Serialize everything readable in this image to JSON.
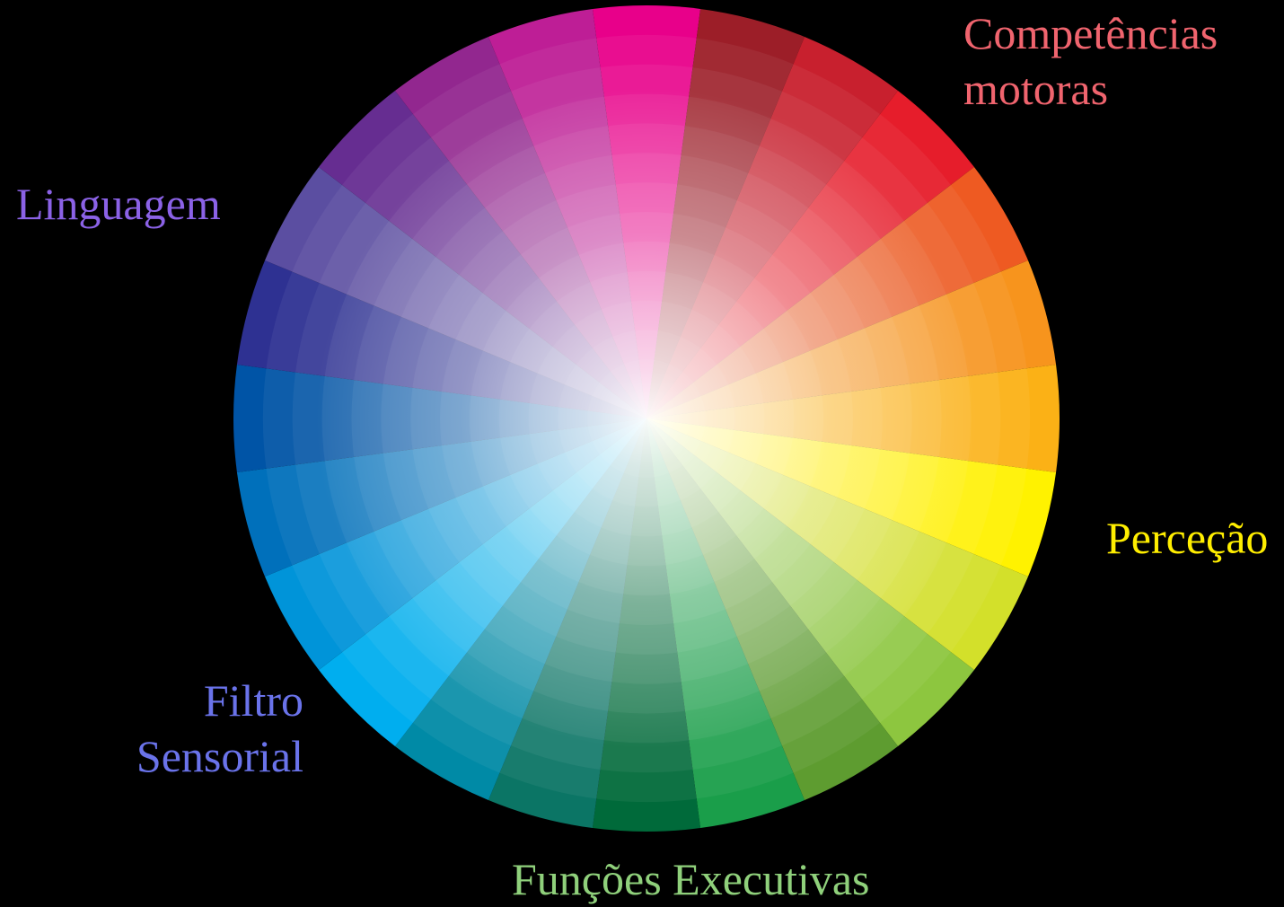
{
  "labels": {
    "motor_skills": {
      "line1": "Competências",
      "line2": "motoras",
      "color": "#f0646e"
    },
    "language": {
      "text": "Linguagem",
      "color": "#8b62e6"
    },
    "perception": {
      "text": "Perceção",
      "color": "#ffee00"
    },
    "sensory_filter": {
      "line1": "Filtro",
      "line2": "Sensorial",
      "color": "#6a73ea"
    },
    "executive_functions": {
      "text": "Funções Executivas",
      "color": "#8fd07b"
    }
  },
  "wheel": {
    "segment_colors_clockwise_from_top": [
      "#e8008a",
      "#9c1e28",
      "#c8202e",
      "#e61d2b",
      "#ee5a22",
      "#f7941d",
      "#fbb116",
      "#fff200",
      "#d3e02a",
      "#8dc63f",
      "#5e9c30",
      "#1a9e4a",
      "#006a3a",
      "#0b7565",
      "#008aa6",
      "#00aeef",
      "#0094d9",
      "#0070bb",
      "#0054a6",
      "#2e3192",
      "#5b4ea1",
      "#662d91",
      "#92278f",
      "#be1e96"
    ],
    "center_color": "#ffffff"
  }
}
